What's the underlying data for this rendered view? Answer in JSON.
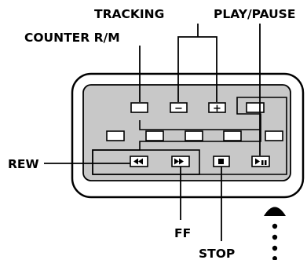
{
  "labels": {
    "tracking": "TRACKING",
    "play_pause": "PLAY/PAUSE",
    "counter_rm": "COUNTER R/M",
    "rew": "REW",
    "ff": "FF",
    "stop": "STOP"
  },
  "button_symbols": {
    "tracking_minus": "−",
    "tracking_plus": "+"
  },
  "colors": {
    "panel_fill": "#c8c8c8",
    "outline": "#000000",
    "background": "#ffffff"
  }
}
